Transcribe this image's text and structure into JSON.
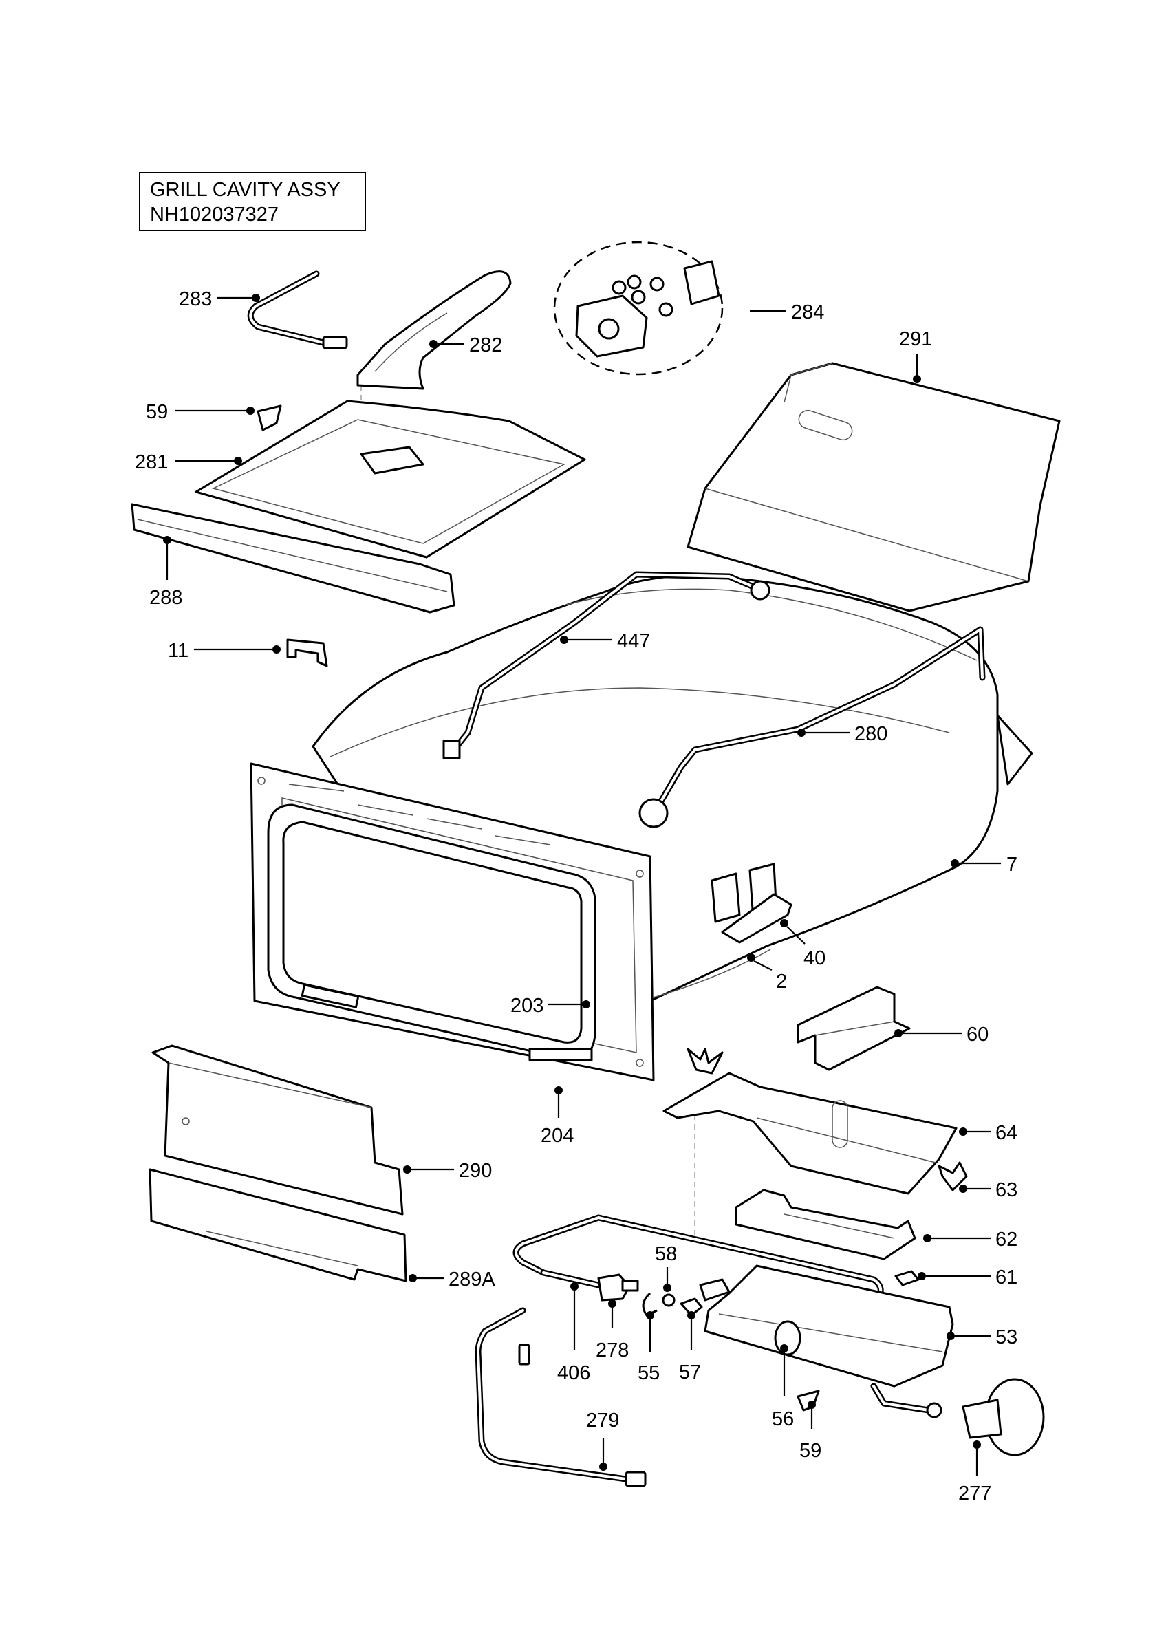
{
  "title": {
    "line1": "GRILL CAVITY ASSY",
    "line2": "NH102037327"
  },
  "callouts": [
    {
      "id": "c283",
      "label": "283"
    },
    {
      "id": "c282",
      "label": "282"
    },
    {
      "id": "c284",
      "label": "284"
    },
    {
      "id": "c291",
      "label": "291"
    },
    {
      "id": "c59a",
      "label": "59"
    },
    {
      "id": "c281",
      "label": "281"
    },
    {
      "id": "c288",
      "label": "288"
    },
    {
      "id": "c11",
      "label": "11"
    },
    {
      "id": "c447",
      "label": "447"
    },
    {
      "id": "c280",
      "label": "280"
    },
    {
      "id": "c7",
      "label": "7"
    },
    {
      "id": "c40",
      "label": "40"
    },
    {
      "id": "c2",
      "label": "2"
    },
    {
      "id": "c203",
      "label": "203"
    },
    {
      "id": "c60",
      "label": "60"
    },
    {
      "id": "c204",
      "label": "204"
    },
    {
      "id": "c64",
      "label": "64"
    },
    {
      "id": "c290",
      "label": "290"
    },
    {
      "id": "c63",
      "label": "63"
    },
    {
      "id": "c62",
      "label": "62"
    },
    {
      "id": "c58",
      "label": "58"
    },
    {
      "id": "c61",
      "label": "61"
    },
    {
      "id": "c289a",
      "label": "289A"
    },
    {
      "id": "c53",
      "label": "53"
    },
    {
      "id": "c406",
      "label": "406"
    },
    {
      "id": "c278",
      "label": "278"
    },
    {
      "id": "c55",
      "label": "55"
    },
    {
      "id": "c57",
      "label": "57"
    },
    {
      "id": "c56",
      "label": "56"
    },
    {
      "id": "c279",
      "label": "279"
    },
    {
      "id": "c59b",
      "label": "59"
    },
    {
      "id": "c277",
      "label": "277"
    }
  ]
}
